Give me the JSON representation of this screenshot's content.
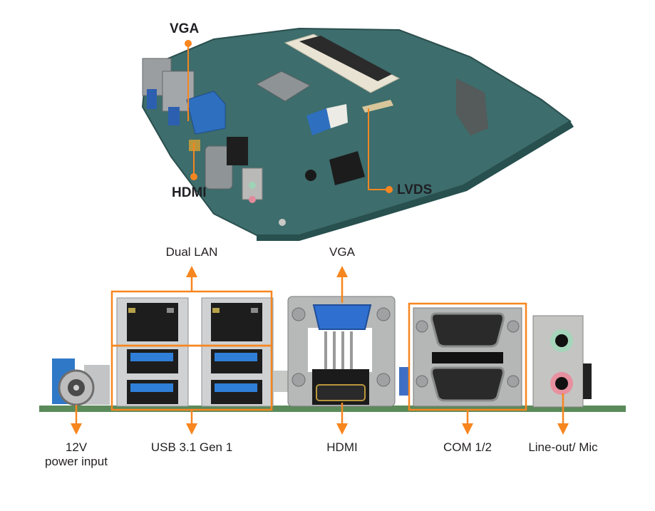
{
  "accent_color": "#f7861f",
  "top_board": {
    "callouts": [
      {
        "id": "vga",
        "label": "VGA"
      },
      {
        "id": "hdmi",
        "label": "HDMI"
      },
      {
        "id": "lvds",
        "label": "LVDS"
      }
    ]
  },
  "io_panel": {
    "labels_top": [
      {
        "id": "dual-lan",
        "label": "Dual LAN"
      },
      {
        "id": "vga",
        "label": "VGA"
      }
    ],
    "labels_bottom": [
      {
        "id": "power",
        "label": "12V",
        "label2": "power input"
      },
      {
        "id": "usb",
        "label": "USB 3.1 Gen 1"
      },
      {
        "id": "hdmi",
        "label": "HDMI"
      },
      {
        "id": "com",
        "label": "COM 1/2"
      },
      {
        "id": "audio",
        "label": "Line-out/ Mic"
      }
    ]
  }
}
